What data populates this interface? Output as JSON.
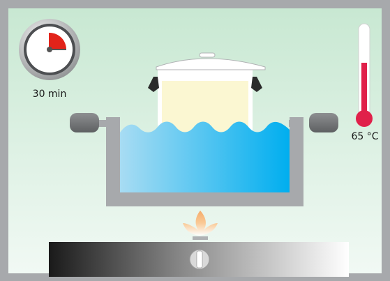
{
  "timer": {
    "label": "30 min",
    "elapsed_fraction": 0.25,
    "hand_color": "#e2231a"
  },
  "thermometer": {
    "label": "65 °C",
    "fill_fraction": 0.6,
    "mercury_color": "#e0204a"
  },
  "colors": {
    "background_top": "#c8e8d2",
    "background_bottom": "#f1f9f4",
    "frame": "#a7a9ac",
    "water_light": "#a8dcf3",
    "water_dark": "#00aeef",
    "inner_contents": "#fbf7d2",
    "flame": "#f7a35c",
    "stove_dark": "#1a1a1a",
    "stove_light": "#ffffff"
  },
  "icons": {
    "timer": "stopwatch-icon",
    "thermometer": "thermometer-icon",
    "flame": "flame-icon",
    "knob": "stove-knob-icon"
  }
}
